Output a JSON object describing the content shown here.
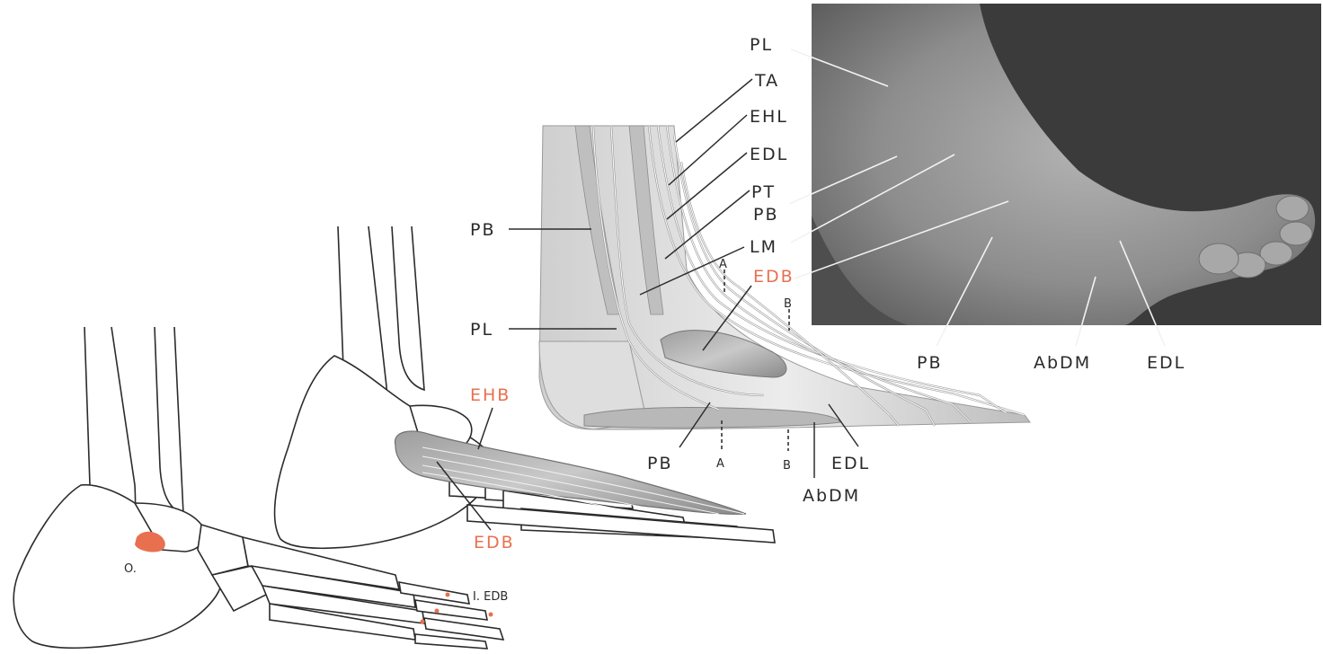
{
  "colors": {
    "accent": "#e8704f",
    "photo_bg": "#3b3b3b",
    "skin": "#9a9a9a",
    "line": "#2b2b2b"
  },
  "skeleton_labels": {
    "origin": "O.",
    "insertion": "I. EDB"
  },
  "muscle_drawing_labels": {
    "ehb": "EHB",
    "edb": "EDB"
  },
  "dissection_labels": {
    "pb_left": "PB",
    "pl_left": "PL",
    "ta": "TA",
    "ehl": "EHL",
    "edl_top": "EDL",
    "pt": "PT",
    "pb_mid": "PB",
    "lm": "LM",
    "edb": "EDB",
    "pb_bottom": "PB",
    "edl_bottom": "EDL",
    "abdm_bottom": "AbDM",
    "section_a_top": "A",
    "section_a_bottom": "A",
    "section_b_top": "B",
    "section_b_bottom": "B"
  },
  "photo_labels": {
    "pl_top": "PL",
    "pb": "PB",
    "abdm": "AbDM",
    "edl": "EDL"
  }
}
